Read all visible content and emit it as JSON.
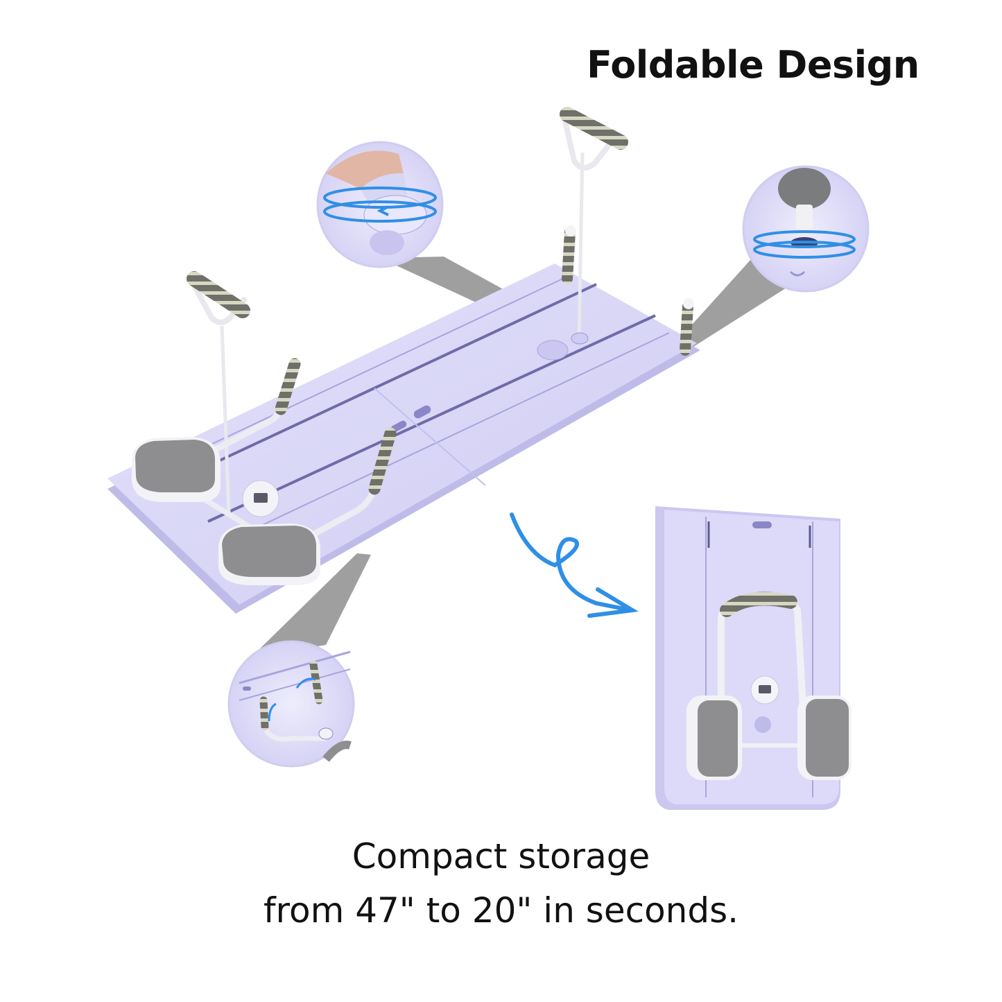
{
  "heading": "Foldable Design",
  "caption": {
    "line1": "Compact storage",
    "line2": "from 47\" to 20\" in seconds."
  },
  "colors": {
    "board": "#d9d7f5",
    "board_shadow": "#b9b5e6",
    "pad": "#8e8e90",
    "frame": "#f2f2f6",
    "grip_dark": "#6f7068",
    "grip_light": "#d8d7c4",
    "arrow": "#2f8fe6",
    "spotlight": "#9a9a9a"
  },
  "icons": {
    "arrow": "curly-arrow-icon",
    "rotate": "rotate-arrows-icon"
  }
}
